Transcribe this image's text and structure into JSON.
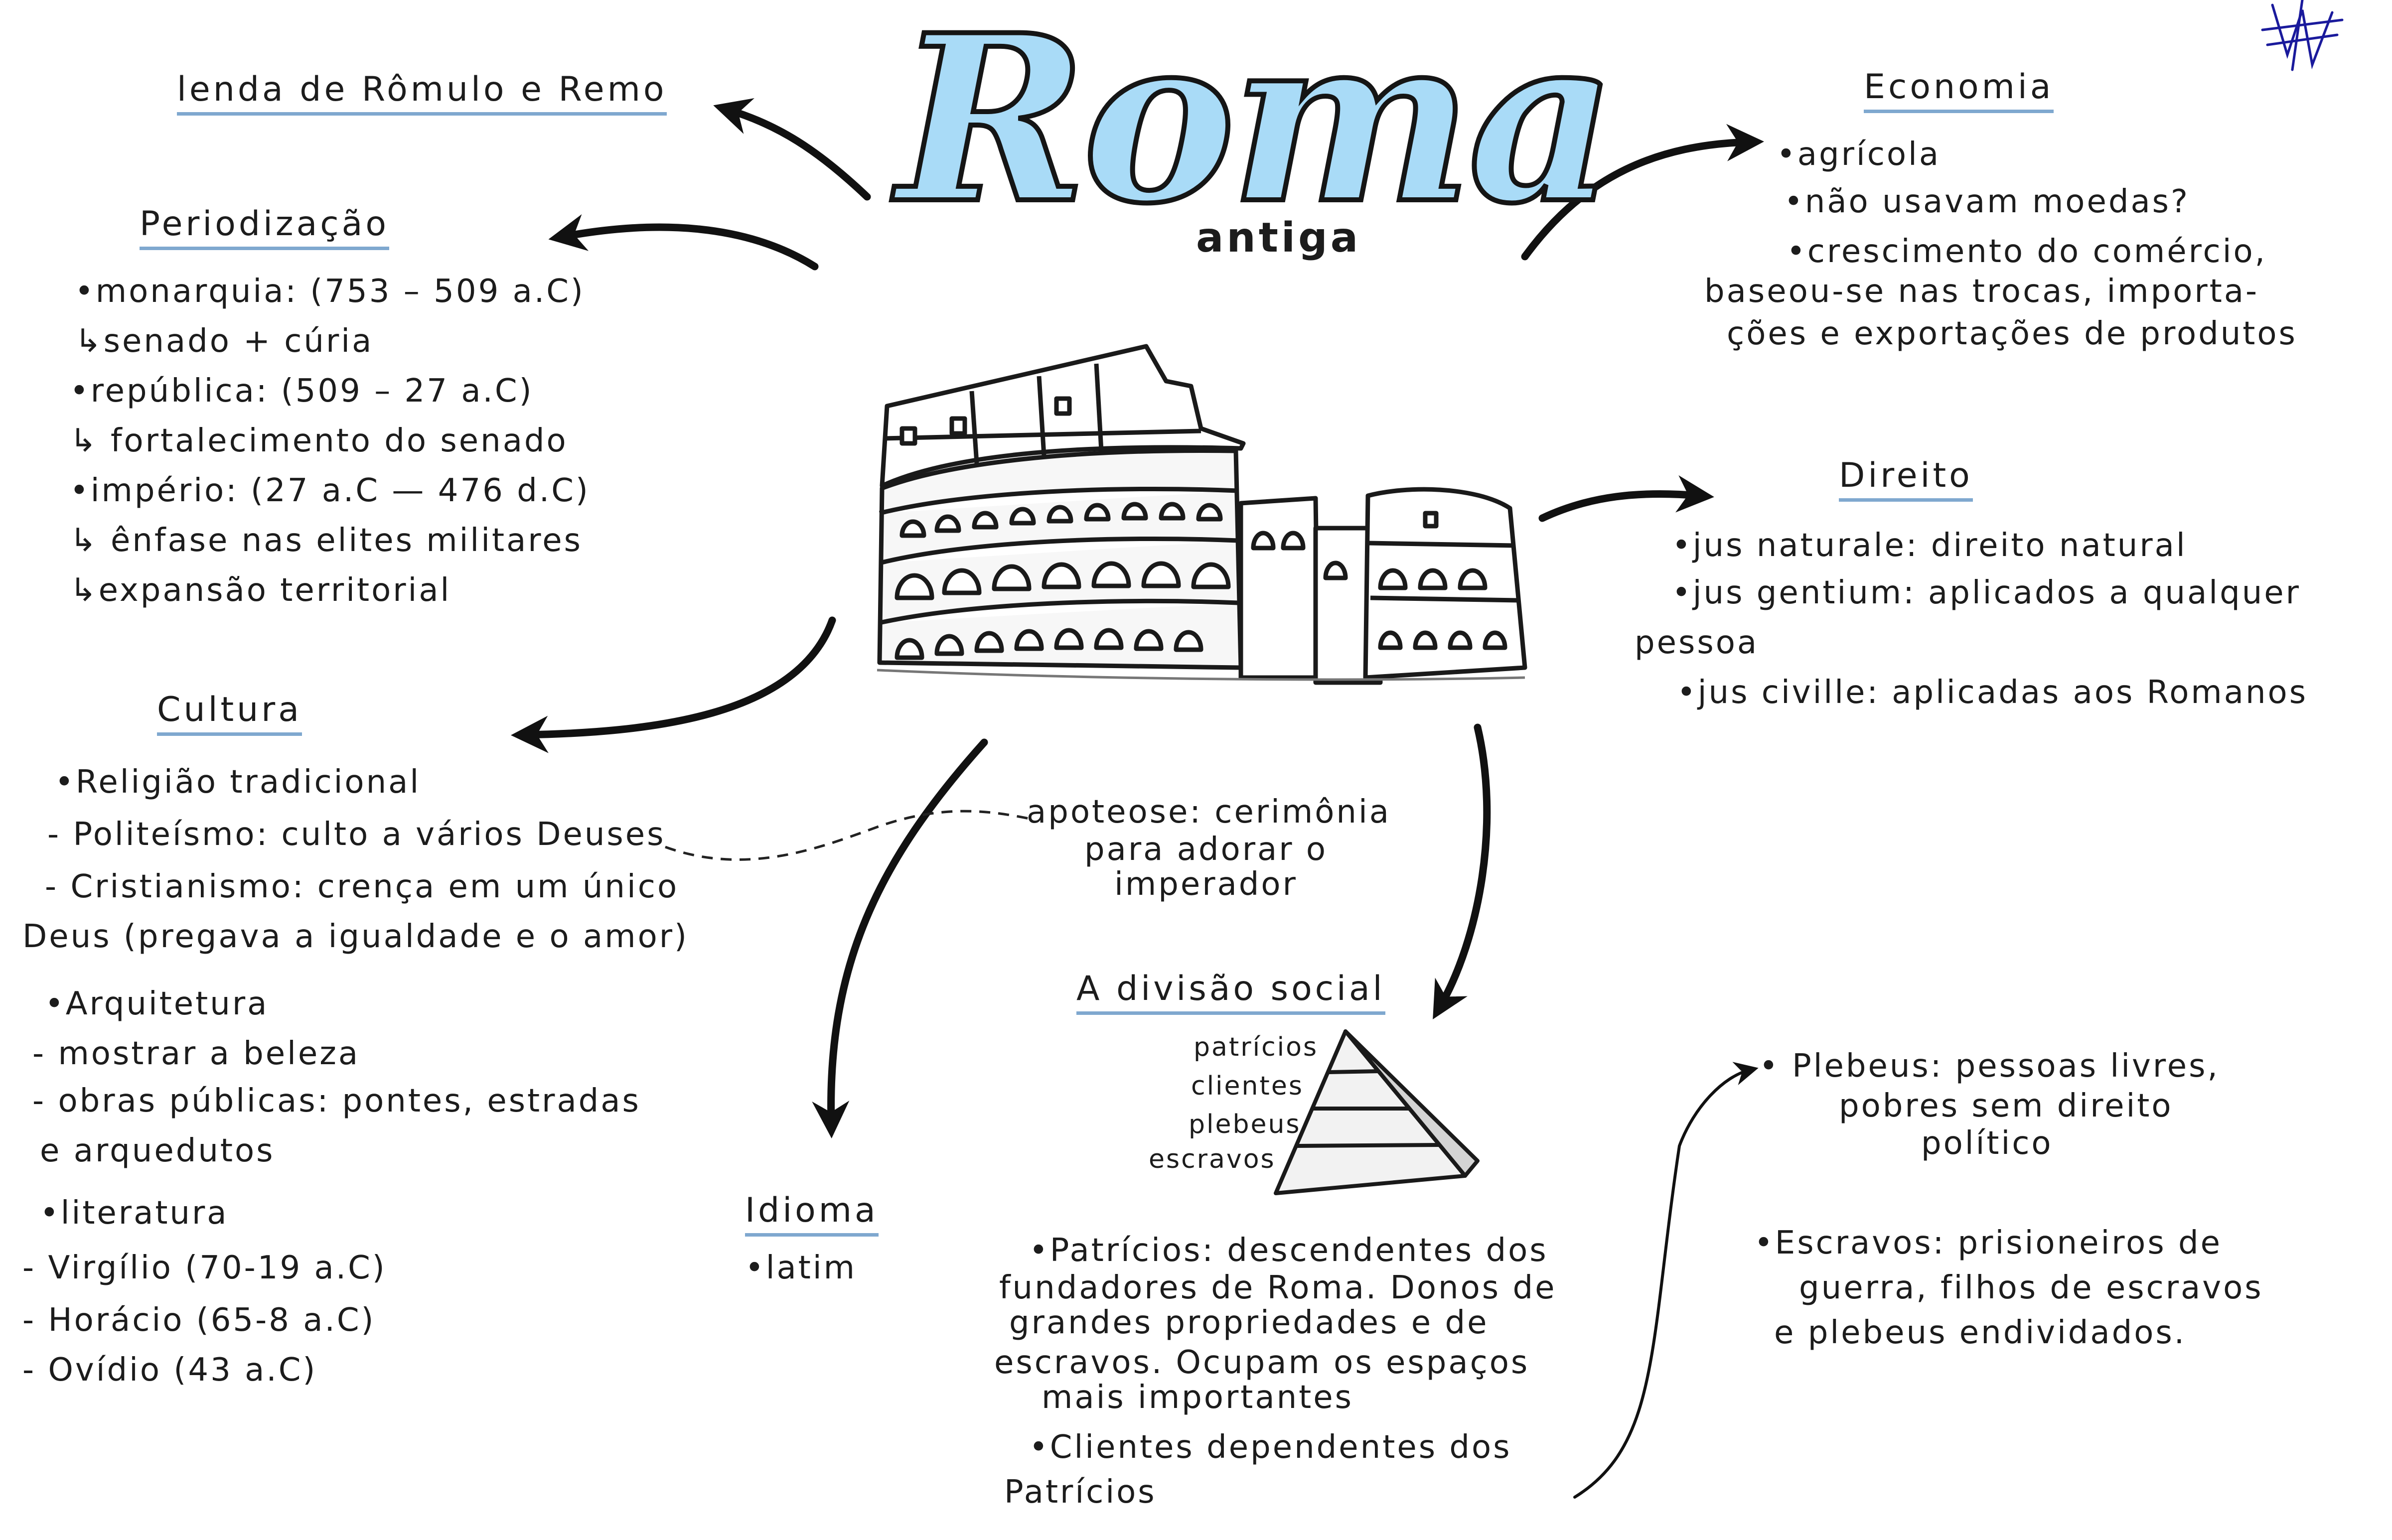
{
  "title": "Roma",
  "subtitle": "antiga",
  "colors": {
    "title_fill": "#a9dbf7",
    "underline": "#7fa8cf",
    "ink": "#1c1c1c"
  },
  "icons": [
    "colosseum-icon",
    "pyramid-icon",
    "signature-scribble"
  ],
  "sections": {
    "lenda": {
      "heading": "lenda de Rômulo e Remo"
    },
    "periodizacao": {
      "heading": "Periodização",
      "lines": [
        "•monarquia: (753 – 509 a.C)",
        "↳senado + cúria",
        "•república: (509 – 27 a.C)",
        "↳ fortalecimento do senado",
        "•império: (27 a.C — 476 d.C)",
        "↳ ênfase nas elites militares",
        "↳expansão territorial"
      ]
    },
    "cultura": {
      "heading": "Cultura",
      "lines": [
        "•Religião tradicional",
        "- Politeísmo: culto a vários Deuses",
        "- Cristianismo: crença em um único",
        "Deus (pregava a igualdade e o amor)",
        "•Arquitetura",
        "- mostrar a beleza",
        "- obras públicas: pontes, estradas",
        "e arquedutos",
        "•literatura",
        "- Virgílio (70-19 a.C)",
        "- Horácio (65-8 a.C)",
        "- Ovídio (43 a.C)"
      ]
    },
    "apoteose": {
      "lines": [
        "apoteose: cerimônia",
        "para adorar o",
        "imperador"
      ]
    },
    "idioma": {
      "heading": "Idioma",
      "lines": [
        "•latim"
      ]
    },
    "economia": {
      "heading": "Economia",
      "lines": [
        "•agrícola",
        "•não usavam moedas?",
        "•crescimento do comércio,",
        "baseou-se nas trocas, importa-",
        "ções e exportações de produtos"
      ]
    },
    "direito": {
      "heading": "Direito",
      "lines": [
        "•jus naturale: direito natural",
        "•jus gentium: aplicados a qualquer",
        "pessoa",
        "•jus civille: aplicadas aos Romanos"
      ]
    },
    "divisao": {
      "heading": "A divisão social",
      "pyramid_labels": [
        "patrícios",
        "clientes",
        "plebeus",
        "escravos"
      ],
      "lines": [
        "•Patrícios: descendentes dos",
        "fundadores de Roma. Donos de",
        "grandes propriedades e de",
        "escravos. Ocupam os espaços",
        "mais importantes",
        "•Clientes dependentes dos",
        "Patrícios"
      ]
    },
    "plebeus_escravos": {
      "lines": [
        "• Plebeus: pessoas livres,",
        "pobres sem direito",
        "político",
        "•Escravos: prisioneiros de",
        "guerra, filhos de escravos",
        "e plebeus endividados."
      ]
    }
  }
}
